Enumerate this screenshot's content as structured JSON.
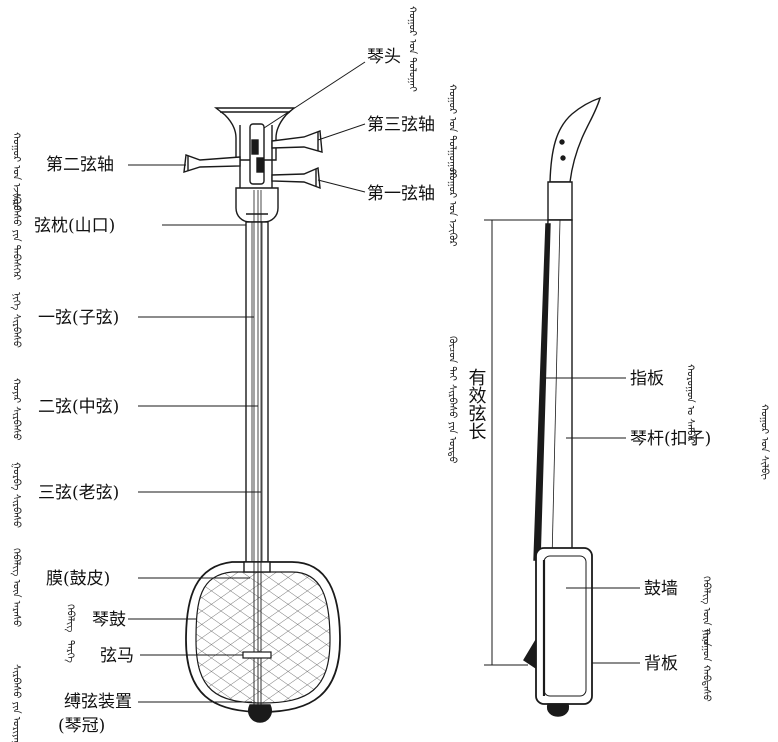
{
  "colors": {
    "line": "#1a1a1a",
    "fill": "#ffffff"
  },
  "front_view": {
    "labels": {
      "head": "琴头",
      "peg_3": "第三弦轴",
      "peg_2": "第二弦轴",
      "peg_1": "第一弦轴",
      "nut": "弦枕(山口)",
      "string_1": "一弦(子弦)",
      "string_2": "二弦(中弦)",
      "string_3": "三弦(老弦)",
      "membrane": "膜(鼓皮)",
      "drum": "琴鼓",
      "bridge": "弦马",
      "tailpiece_1": "缚弦装置",
      "tailpiece_2": "(琴冠)"
    }
  },
  "side_view": {
    "labels": {
      "effective_length": "有效弦长",
      "fingerboard": "指板",
      "neck": "琴杆(扣子)",
      "drum_wall": "鼓墙",
      "back_plate": "背板"
    }
  },
  "mongolian_labels": {
    "m1": "ᠬᠤᠭᠤᠷ ᠤᠨ ᠲᠣᠯᠣᠭᠠᠢ",
    "m2": "ᠬᠤᠭᠤᠷ ᠤᠨ ᠲᠤᠯᠭᠤᠭᠤᠷ",
    "m3": "ᠬᠤᠭᠤᠷ ᠤᠨ ᠡᠵᠢᠭᠦᠷ",
    "m4": "ᠬᠤᠭᠤᠷ ᠤᠨ ᠡᠵᠢᠭᠦᠷ",
    "m5": "ᠰᠢᠷᠪᠡᠰᠦ ᠶᠢᠨ ᠳᠡᠪᠡᠰᠬᠡᠷ",
    "m6": "ᠨᠢᠭᠡ ᠰᠢᠷᠪᠡᠰᠦ",
    "m7": "ᠬᠣᠶᠠᠷ ᠰᠢᠷᠪᠡᠰᠦ",
    "m8": "ᠭᠤᠷᠪᠠ ᠰᠢᠷᠪᠡᠰᠦ",
    "m9": "ᠬᠡᠪᠡᠯᠢᠭ ᠦᠨ ᠠᠷᠠᠰᠤ",
    "m10": "ᠬᠡᠪᠡᠯᠢᠭ",
    "m11": "ᠲᠡᠷᠭᠡ",
    "m12": "ᠰᠢᠷᠪᠡᠰᠦ ᠶᠢᠨ ᠣᠷᠢᠶᠠᠭᠤᠷ",
    "m13": "ᠬᠦᠴᠦᠨ ᠲᠡᠢ ᠰᠢᠷᠪᠡᠰᠦ ᠶᠢᠨ ᠤᠷᠲᠤ",
    "m14": "ᠬᠤᠷᠤᠭᠤᠨ ᠤ ᠰᠠᠮᠪᠠᠷ",
    "m15": "ᠬᠤᠭᠤᠷ ᠤᠨ ᠰᠢᠯᠪᠢ",
    "m16": "ᠬᠡᠪᠡᠯᠢᠭ ᠦᠨ ᠬᠠᠨ᠋ᠠ",
    "m17": "ᠨᠢᠷᠤᠭᠤᠨ ᠬᠠᠪᠲᠠᠰᠤ"
  }
}
